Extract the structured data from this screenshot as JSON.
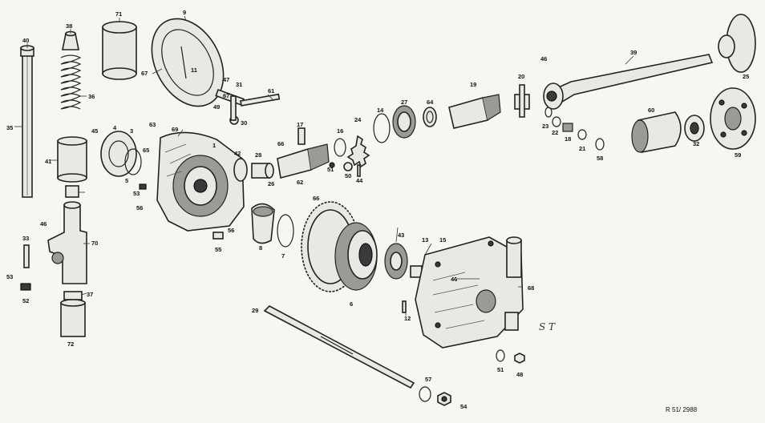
{
  "reference_code": "R 51/ 2988",
  "signature": "S T",
  "part_labels": {
    "p1": "1",
    "p3": "3",
    "p4": "4",
    "p5": "5",
    "p6": "6",
    "p7": "7",
    "p8": "8",
    "p9": "9",
    "p11": "11",
    "p12": "12",
    "p13": "13",
    "p14": "14",
    "p15": "15",
    "p16": "16",
    "p17": "17",
    "p18": "18",
    "p19": "19",
    "p20": "20",
    "p21": "21",
    "p22": "22",
    "p23": "23",
    "p24": "24",
    "p25": "25",
    "p26": "26",
    "p27": "27",
    "p28": "28",
    "p29": "29",
    "p30": "30",
    "p31": "31",
    "p32": "32",
    "p33": "33",
    "p35": "35",
    "p36": "36",
    "p37": "37",
    "p38": "38",
    "p39": "39",
    "p40": "40",
    "p41": "41",
    "p42": "42",
    "p43": "43",
    "p44": "44",
    "p45": "45",
    "p46a": "46",
    "p46b": "46",
    "p46c": "46",
    "p47": "47",
    "p48": "48",
    "p49": "49",
    "p50": "50",
    "p51a": "51",
    "p51b": "51",
    "p52": "52",
    "p53a": "53",
    "p53b": "53",
    "p54": "54",
    "p55": "55",
    "p56a": "56",
    "p56b": "56",
    "p57": "57",
    "p58": "58",
    "p59": "59",
    "p60": "60",
    "p61": "61",
    "p62": "62",
    "p63": "63",
    "p64": "64",
    "p65": "65",
    "p66a": "66",
    "p66b": "66",
    "p67a": "67",
    "p67b": "67",
    "p68": "68",
    "p69": "69",
    "p70": "70",
    "p71": "71",
    "p72": "72"
  }
}
